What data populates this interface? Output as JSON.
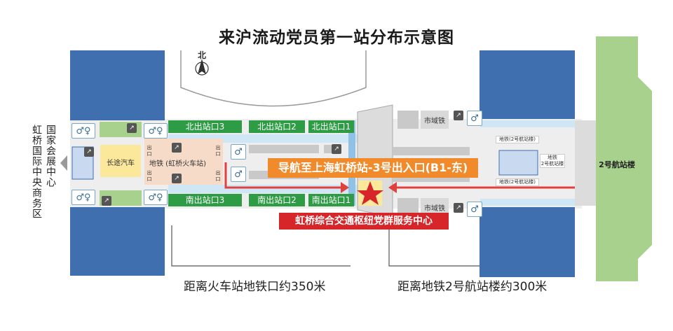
{
  "title": "来沪流动党员第一站分布示意图",
  "compass": {
    "label": "北"
  },
  "left_label_1": "国家会展中心",
  "left_label_2": "虹桥国际中央商务区",
  "exits": {
    "north_3": "北出站口3",
    "north_2": "北出站口2",
    "north_1": "北出站口1",
    "south_3": "南出站口3",
    "south_2": "南出站口2",
    "south_1": "南出站口1"
  },
  "long_bus": "长途汽车",
  "metro_station": "地铁 (虹桥火车站)",
  "city_rail_top": "市域铁",
  "city_rail_bottom": "市域铁",
  "metro_t2_1": "地铁(2号航站楼)",
  "metro_t2_2": "地铁\n2号航站楼",
  "metro_t2_3": "地铁(2号航站楼)",
  "terminal": "2号航站楼",
  "nav_banner": "导航至上海虹桥站-3号出入口(B1-东)",
  "service_center": "虹桥综合交通枢纽党群服务中心",
  "distance_left": "距离火车站地铁口约350米",
  "distance_right": "距离地铁2号航站楼约300米",
  "small_exit_marks": [
    "出口",
    "出口",
    "出口",
    "出口"
  ],
  "colors": {
    "blue_block": "#3f6fae",
    "light_blue": "#8fc2e6",
    "green_block": "#a9d18e",
    "orange": "#f08a2a",
    "red": "#d6262a",
    "exit_green": "#2e9b45",
    "yellow": "#fce89a"
  }
}
